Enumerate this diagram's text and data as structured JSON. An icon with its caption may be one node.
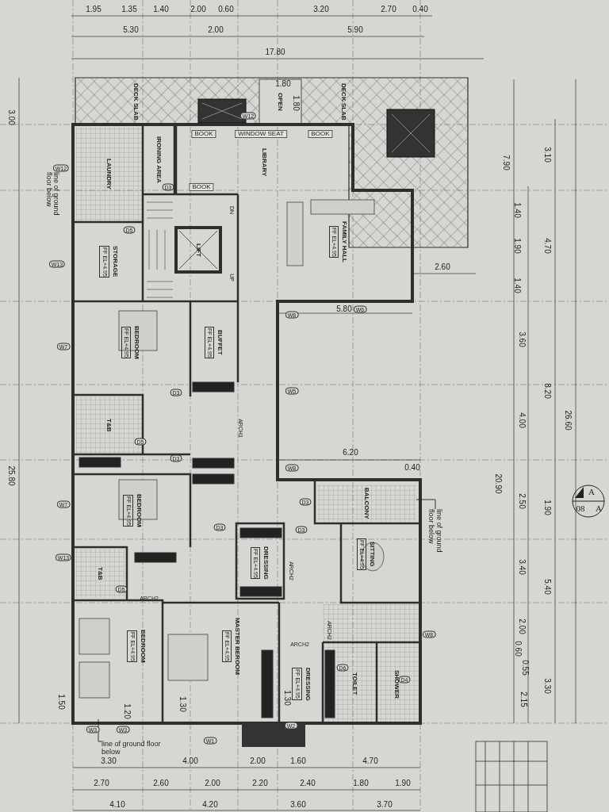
{
  "diagram": {
    "nodes": [
      {
        "text": [
          "DECK SLAB"
        ]
      },
      {
        "text": [
          "OPEN"
        ]
      },
      {
        "text": [
          "DECK SLAB"
        ]
      },
      {
        "text": [
          "LAUNDRY"
        ]
      },
      {
        "text": [
          "IRONING AREA"
        ]
      },
      {
        "text": [
          "LIBRARY"
        ]
      },
      {
        "text": [
          "STORAGE",
          "FF EL+4.95"
        ]
      },
      {
        "text": [
          "LIFT"
        ]
      },
      {
        "text": [
          "FAMILY HALL",
          "FF EL+4.95"
        ]
      },
      {
        "text": [
          "BEDROOM",
          "FF EL+4.95"
        ]
      },
      {
        "text": [
          "BUFFET",
          "FF EL+4.95"
        ]
      },
      {
        "text": [
          "T&B"
        ]
      },
      {
        "text": [
          "BEDROOM",
          "FF EL+4.95"
        ]
      },
      {
        "text": [
          "T&B"
        ]
      },
      {
        "text": [
          "DRESSING",
          "FF EL+4.95"
        ]
      },
      {
        "text": [
          "BALCONY"
        ]
      },
      {
        "text": [
          "SITTING",
          "FF EL+4.95"
        ]
      },
      {
        "text": [
          "BEDROOM",
          "FF EL+4.95"
        ]
      },
      {
        "text": [
          "MASTER BEROOM",
          "FF EL+4.95"
        ]
      },
      {
        "text": [
          "DRESSING",
          "FF EL+4.95"
        ]
      },
      {
        "text": [
          "TOILET"
        ]
      },
      {
        "text": [
          "SHOWER"
        ]
      },
      {
        "text": [
          "line of ground floor below"
        ]
      },
      {
        "text": [
          "line of ground floor below"
        ]
      }
    ],
    "edges": [
      {
        "from": 22,
        "to": null,
        "arrow": "none"
      },
      {
        "from": 23,
        "to": null,
        "arrow": "none"
      }
    ],
    "labels": [
      "1.95",
      "1.35",
      "1.40",
      "2.00",
      "0.60",
      "3.20",
      "2.70",
      "0.40",
      "5.30",
      "2.00",
      "5.90",
      "17.80",
      "1.80",
      "1.80",
      "3.00",
      "W12",
      "7.90",
      "3.10",
      "BOOK",
      "WINDOW SEAT",
      "BOOK",
      "W12",
      "D3",
      "BOOK",
      "1.40",
      "DN",
      "D5",
      "1.90",
      "4.70",
      "W13",
      "2.60",
      "UP",
      "1.40",
      "5.80",
      "W6",
      "W8",
      "3.60",
      "W7",
      "W5",
      "D3",
      "8.20",
      "ARCH1",
      "4.00",
      "26.60",
      "D5",
      "25.80",
      "6.20",
      "D3",
      "W8",
      "0.40",
      "20.90",
      "2.50",
      "D3",
      "W7",
      "1.90",
      "D3",
      "D3",
      "ARCH2",
      "W13",
      "3.40",
      "5.40",
      "D5",
      "ARCH2",
      "ARCH2",
      "2.00",
      "W8",
      "ARCH2",
      "0.60",
      "0.55",
      "D6",
      "D4",
      "3.30",
      "1.50",
      "1.20",
      "1.30",
      "1.30",
      "2.15",
      "W3",
      "W3",
      "W2",
      "W1",
      "3.30",
      "4.00",
      "2.00",
      "1.60",
      "4.70",
      "2.70",
      "2.60",
      "2.00",
      "2.20",
      "2.40",
      "1.80",
      "1.90",
      "4.10",
      "4.20",
      "3.60",
      "3.70",
      "A",
      "08",
      "A",
      "line of ground floor below"
    ]
  }
}
